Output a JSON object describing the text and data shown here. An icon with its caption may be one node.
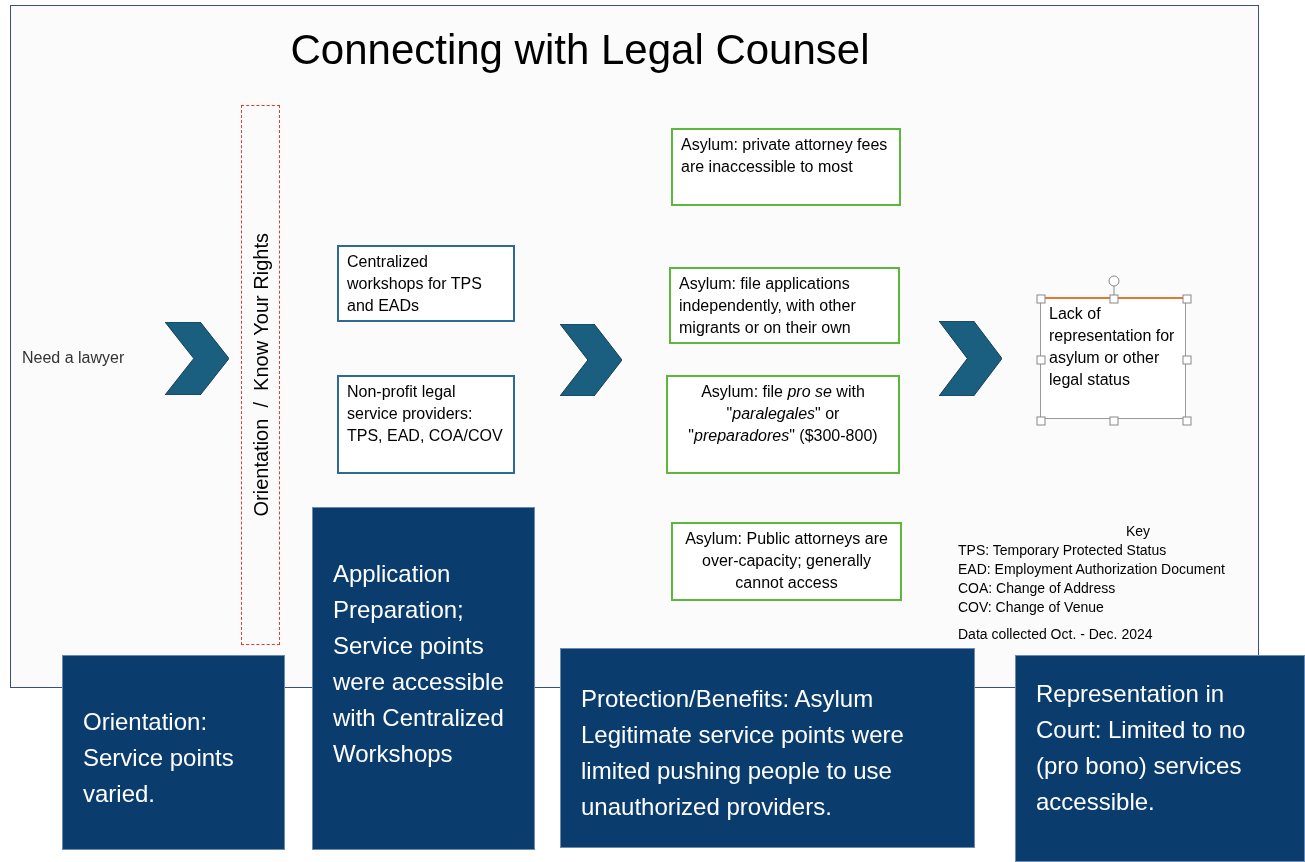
{
  "diagram": {
    "title": "Connecting with Legal Counsel",
    "nodes": [
      {
        "text": [
          "Need a lawyer"
        ]
      },
      {
        "text": [
          "Orientation  /  Know Your Rights"
        ]
      },
      {
        "text": [
          "Centralized workshops for TPS and EADs"
        ]
      },
      {
        "text": [
          "Non-profit legal service providers: TPS, EAD, COA/COV"
        ]
      },
      {
        "text": [
          "Asylum:  private attorney fees are inaccessible to most"
        ]
      },
      {
        "text": [
          "Asylum: file applications independently, with other migrants or on their own"
        ]
      },
      {
        "text": [
          "Asylum: file *pro se* with \"*paralegales*\" or \"*preparadores*\" ($300-800)"
        ]
      },
      {
        "text": [
          "Asylum: Public attorneys are over-capacity; generally cannot access"
        ]
      },
      {
        "text": [
          "Lack of representation for asylum or other legal status"
        ]
      },
      {
        "text": [
          "Orientation: Service points varied."
        ]
      },
      {
        "text": [
          "Application Preparation; Service points were accessible with Centralized Workshops"
        ]
      },
      {
        "text": [
          "Protection/Benefits: Asylum Legitimate service points were limited pushing people to use unauthorized providers."
        ]
      },
      {
        "text": [
          "Representation in Court: Limited to no (pro bono) services accessible."
        ]
      }
    ],
    "edges": [
      {
        "from": 0,
        "to": 1,
        "arrow": "to"
      },
      {
        "from": 3,
        "to": 6,
        "arrow": "to"
      },
      {
        "from": 6,
        "to": 8,
        "arrow": "to"
      }
    ],
    "labels": [
      "Key",
      "TPS: Temporary Protected Status",
      "EAD: Employment Authorization Document",
      "COA: Change of Address",
      "COV: Change of Venue",
      "Data collected Oct. - Dec. 2024"
    ]
  }
}
